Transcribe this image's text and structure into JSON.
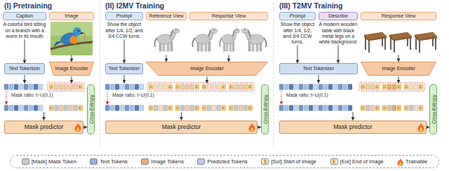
{
  "diagram": {
    "nodes": [
      {
        "text": [
          "Caption",
          "A colorful bird sitting on a branch with a worm in its mouth"
        ]
      },
      {
        "text": [
          "Image"
        ]
      },
      {
        "text": [
          "Text Tokenizer"
        ]
      },
      {
        "text": [
          "Image Encoder"
        ]
      },
      {
        "text": [
          "Mask predictor"
        ]
      },
      {
        "text": [
          "Cross-Entropy"
        ]
      },
      {
        "text": [
          "Prompt",
          "Show the object after 1/4, 1/2, and 3/4 CCW turns."
        ]
      },
      {
        "text": [
          "Reference View"
        ]
      },
      {
        "text": [
          "Response View"
        ]
      },
      {
        "text": [
          "Text Tokenizer"
        ]
      },
      {
        "text": [
          "Image Encoder"
        ]
      },
      {
        "text": [
          "Mask predictor"
        ]
      },
      {
        "text": [
          "Cross-Entropy"
        ]
      },
      {
        "text": [
          "Prompt",
          "Show the object after 1/4, 1/2, and 3/4 CCW turns."
        ]
      },
      {
        "text": [
          "Describe",
          "A modern wooden table with black metal legs on a white background."
        ]
      },
      {
        "text": [
          "Response View"
        ]
      },
      {
        "text": [
          "Text Tokenizer"
        ]
      },
      {
        "text": [
          "Image Encoder"
        ]
      },
      {
        "text": [
          "Mask predictor"
        ]
      },
      {
        "text": [
          "Cross-Entropy"
        ]
      }
    ],
    "edges": [
      {
        "from": 0,
        "to": 2,
        "arrow": "to"
      },
      {
        "from": 1,
        "to": 3,
        "arrow": "to"
      },
      {
        "from": 4,
        "to": 5,
        "arrow": "to"
      },
      {
        "from": 6,
        "to": 9,
        "arrow": "to"
      },
      {
        "from": 7,
        "to": 10,
        "arrow": "to"
      },
      {
        "from": 8,
        "to": 10,
        "arrow": "to"
      },
      {
        "from": 11,
        "to": 12,
        "arrow": "to"
      },
      {
        "from": 13,
        "to": 16,
        "arrow": "to"
      },
      {
        "from": 14,
        "to": 16,
        "arrow": "to"
      },
      {
        "from": 15,
        "to": 17,
        "arrow": "to"
      },
      {
        "from": 18,
        "to": 19,
        "arrow": "to"
      }
    ],
    "labels": [
      "(I) Pretraining",
      "(II) I2MV Training",
      "(III) T2MV Training",
      "Mask ratio: t~U(0,1)",
      "Mask ratio: t~U(0,1)",
      "Mask ratio: t~U(0,1)",
      "S",
      "E",
      "S",
      "E",
      "S",
      "E",
      "S",
      "E",
      "S",
      "E",
      "S",
      "E",
      "S",
      "E",
      "S",
      "E",
      "S",
      "E",
      "S",
      "E",
      "S",
      "E",
      "S",
      "E",
      "S",
      "E",
      "S",
      "E",
      "S",
      "E",
      "S",
      "E",
      "S",
      "E"
    ],
    "legend": [
      {
        "text": "[Mask] Mask Token",
        "color": "#c9c9c9"
      },
      {
        "text": "Text Tokens",
        "color": "#8fb0e0"
      },
      {
        "text": "Image Tokens",
        "color": "#f2a971"
      },
      {
        "text": "Predicted Tokens",
        "color": "#b9c9ee"
      },
      {
        "text": "[SoI] Start of Image",
        "color": "#fff1bf"
      },
      {
        "text": "[EoI] End of Image",
        "color": "#fff1bf"
      },
      {
        "text": "Trainable"
      }
    ]
  }
}
